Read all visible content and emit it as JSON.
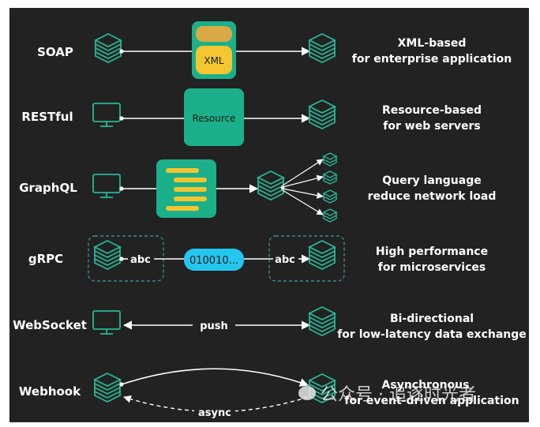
{
  "colors": {
    "background": "#222223",
    "teal": "#1bb08a",
    "teal_dark": "#139a78",
    "icon_stroke": "#26b896",
    "yellow": "#f2c531",
    "yellow_orange": "#d9a945",
    "cyan": "#25c6ee",
    "dashed_box": "#3c8a80",
    "line": "#ffffff"
  },
  "rows": [
    {
      "id": "soap",
      "label": "SOAP",
      "source": "server-stack-icon",
      "middle": "XML",
      "description": [
        "XML-based",
        "for enterprise application"
      ]
    },
    {
      "id": "restful",
      "label": "RESTful",
      "source": "monitor-icon",
      "middle": "Resource",
      "description": [
        "Resource-based",
        "for web servers"
      ]
    },
    {
      "id": "graphql",
      "label": "GraphQL",
      "source": "monitor-icon",
      "description": [
        "Query language",
        "reduce network load"
      ]
    },
    {
      "id": "grpc",
      "label": "gRPC",
      "source": "server-stack-icon",
      "left_tag": "abc",
      "payload": "010010...",
      "right_tag": "abc",
      "description": [
        "High performance",
        "for microservices"
      ]
    },
    {
      "id": "websocket",
      "label": "WebSocket",
      "source": "monitor-icon",
      "middle": "push",
      "description": [
        "Bi-directional",
        "for low-latency data exchange"
      ]
    },
    {
      "id": "webhook",
      "label": "Webhook",
      "source": "server-stack-icon",
      "middle": "async",
      "description": [
        "Asynchronous",
        "for event-driven application"
      ]
    }
  ],
  "watermark": "公众号 · 追逐时光者"
}
